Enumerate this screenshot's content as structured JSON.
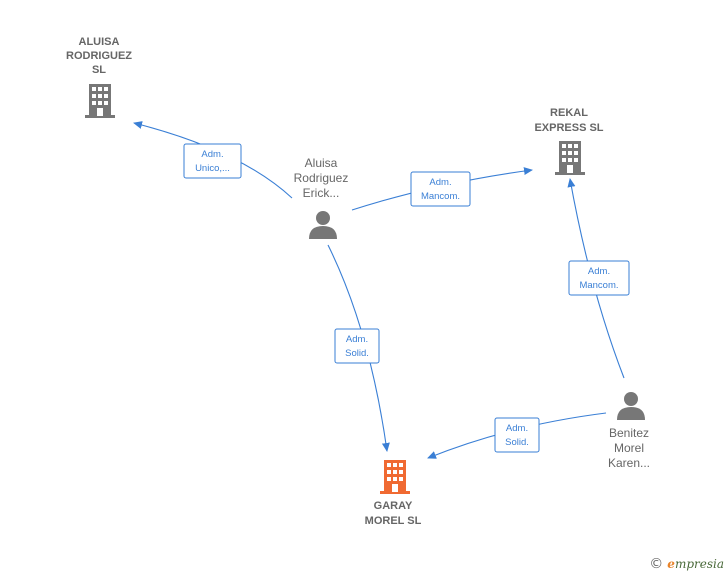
{
  "colors": {
    "edge": "#3a7fd5",
    "company": "#777777",
    "person": "#777777",
    "focus_company": "#f06a32"
  },
  "nodes": [
    {
      "id": "aluisa-sl",
      "kind": "company",
      "label_lines": [
        "ALUISA",
        "RODRIGUEZ",
        "SL"
      ],
      "icon": "building-icon"
    },
    {
      "id": "rekal",
      "kind": "company",
      "label_lines": [
        "REKAL",
        "EXPRESS  SL"
      ],
      "icon": "building-icon"
    },
    {
      "id": "aluisa-person",
      "kind": "person",
      "label_lines": [
        "Aluisa",
        "Rodriguez",
        "Erick..."
      ],
      "icon": "person-icon"
    },
    {
      "id": "benitez",
      "kind": "person",
      "label_lines": [
        "Benitez",
        "Morel",
        "Karen..."
      ],
      "icon": "person-icon"
    },
    {
      "id": "garay",
      "kind": "focus_company",
      "label_lines": [
        "GARAY",
        "MOREL  SL"
      ],
      "icon": "building-icon"
    }
  ],
  "edges": [
    {
      "from": "aluisa-person",
      "to": "aluisa-sl",
      "label_lines": [
        "Adm.",
        "Unico,..."
      ]
    },
    {
      "from": "aluisa-person",
      "to": "rekal",
      "label_lines": [
        "Adm.",
        "Mancom."
      ]
    },
    {
      "from": "aluisa-person",
      "to": "garay",
      "label_lines": [
        "Adm.",
        "Solid."
      ]
    },
    {
      "from": "benitez",
      "to": "rekal",
      "label_lines": [
        "Adm.",
        "Mancom."
      ]
    },
    {
      "from": "benitez",
      "to": "garay",
      "label_lines": [
        "Adm.",
        "Solid."
      ]
    }
  ],
  "footer": {
    "copyright": "©",
    "brand_initial": "e",
    "brand_rest": "mpresia"
  }
}
